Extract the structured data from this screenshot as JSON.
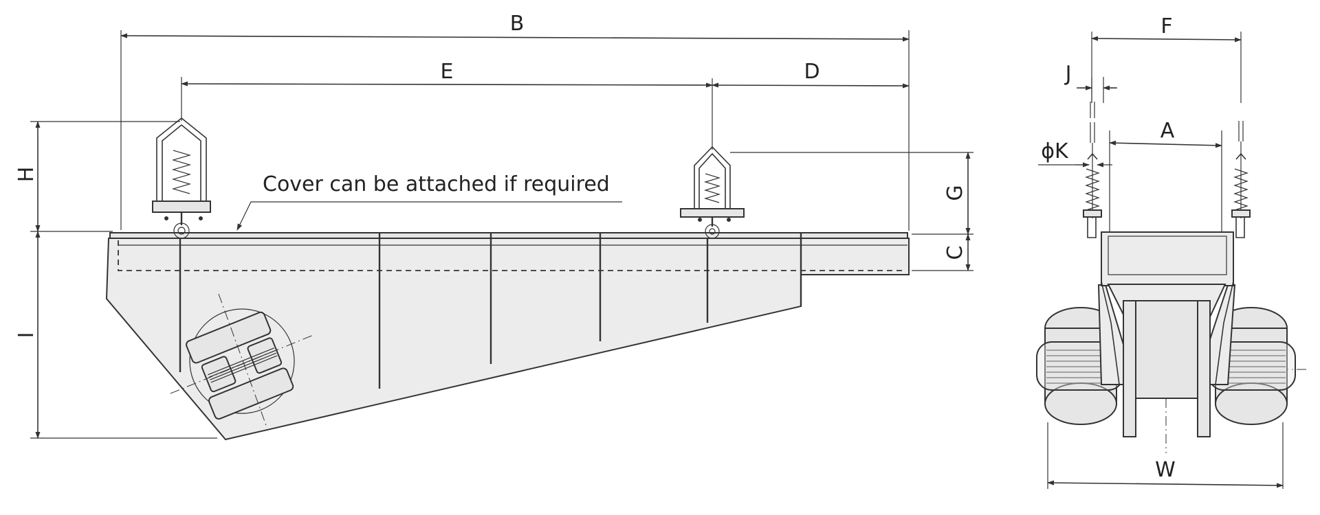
{
  "side_view": {
    "dimensions": {
      "B": "B",
      "E": "E",
      "D": "D",
      "H": "H",
      "I": "I",
      "G": "G",
      "C": "C"
    },
    "cover_note": "Cover can be attached if required"
  },
  "front_view": {
    "dimensions": {
      "F": "F",
      "J": "J",
      "A": "A",
      "K": "ϕK",
      "W": "W"
    }
  },
  "colors": {
    "line": "#333333",
    "body_fill": "#ececec",
    "background": "#ffffff"
  }
}
